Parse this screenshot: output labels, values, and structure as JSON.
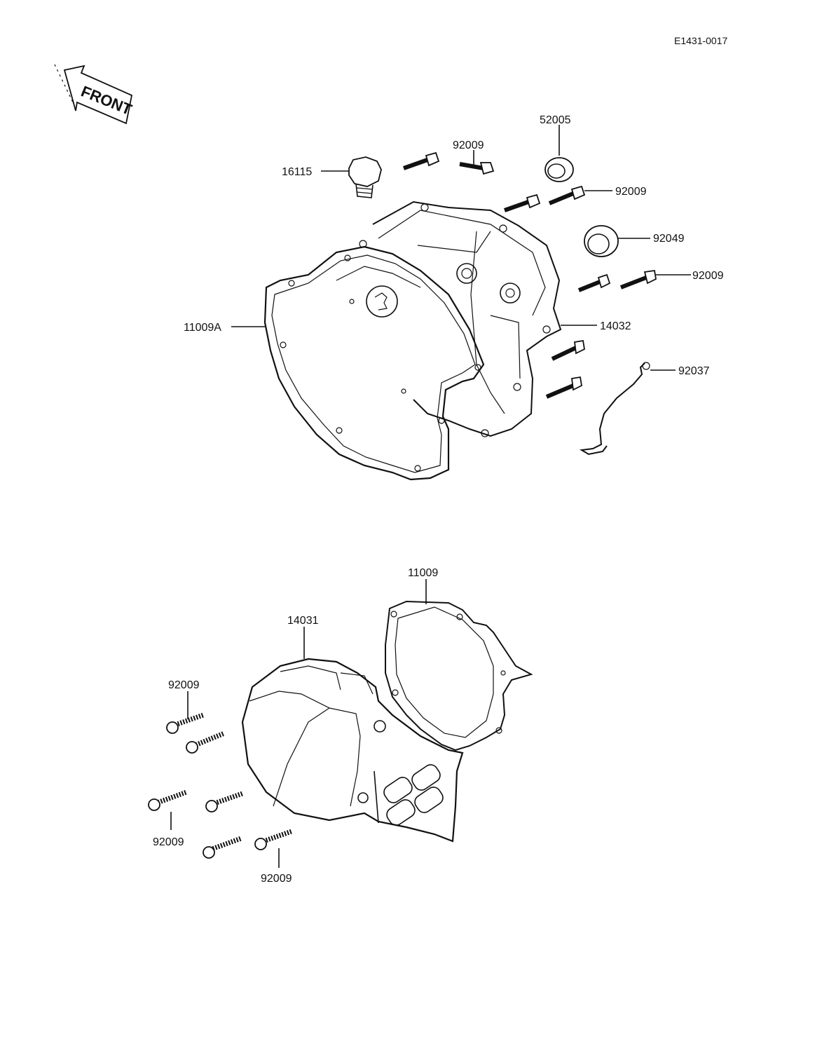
{
  "diagram": {
    "ref_code": "E1431-0017",
    "front_label": "FRONT",
    "colors": {
      "ink": "#111111",
      "paper": "#ffffff"
    },
    "upper_assembly": {
      "labels": {
        "p52005": "52005",
        "p92009_top": "92009",
        "p16115": "16115",
        "p92009_right_a": "92009",
        "p92049": "92049",
        "p92009_right_b": "92009",
        "p11009A": "11009A",
        "p14032": "14032",
        "p92037": "92037"
      }
    },
    "lower_assembly": {
      "labels": {
        "p11009": "11009",
        "p14031": "14031",
        "p92009_upper_left": "92009",
        "p92009_mid_left": "92009",
        "p92009_bottom": "92009"
      }
    }
  }
}
